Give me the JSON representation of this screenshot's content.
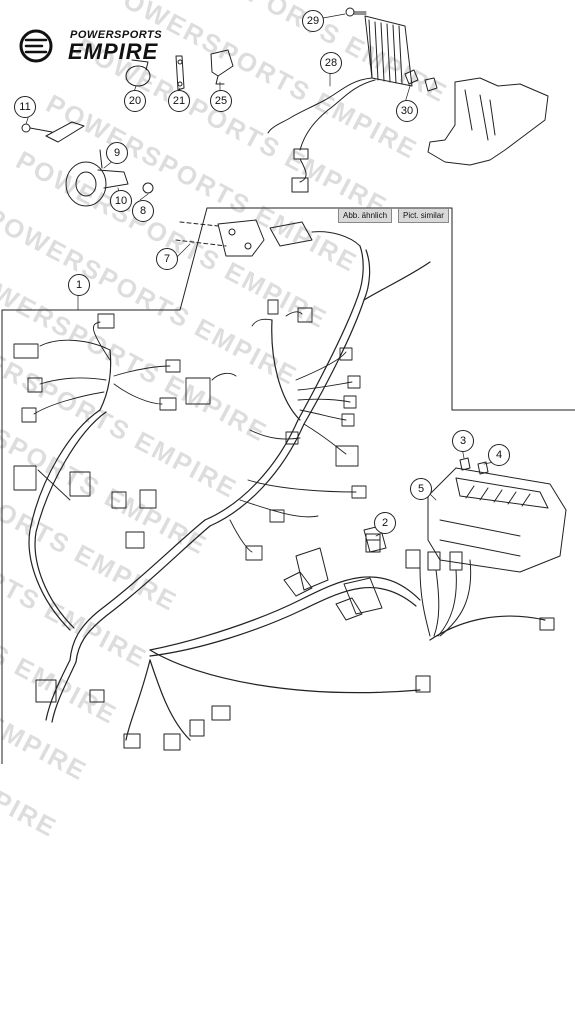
{
  "brand": {
    "line1": "POWERSPORTS",
    "line2": "EMPIRE",
    "watermark_text": "POWERSPORTS EMPIRE"
  },
  "note": {
    "german": "Abb. ähnlich",
    "english": "Pict. similar"
  },
  "callouts": [
    "1",
    "2",
    "3",
    "4",
    "5",
    "7",
    "8",
    "9",
    "10",
    "11",
    "20",
    "21",
    "25",
    "28",
    "29",
    "30"
  ]
}
